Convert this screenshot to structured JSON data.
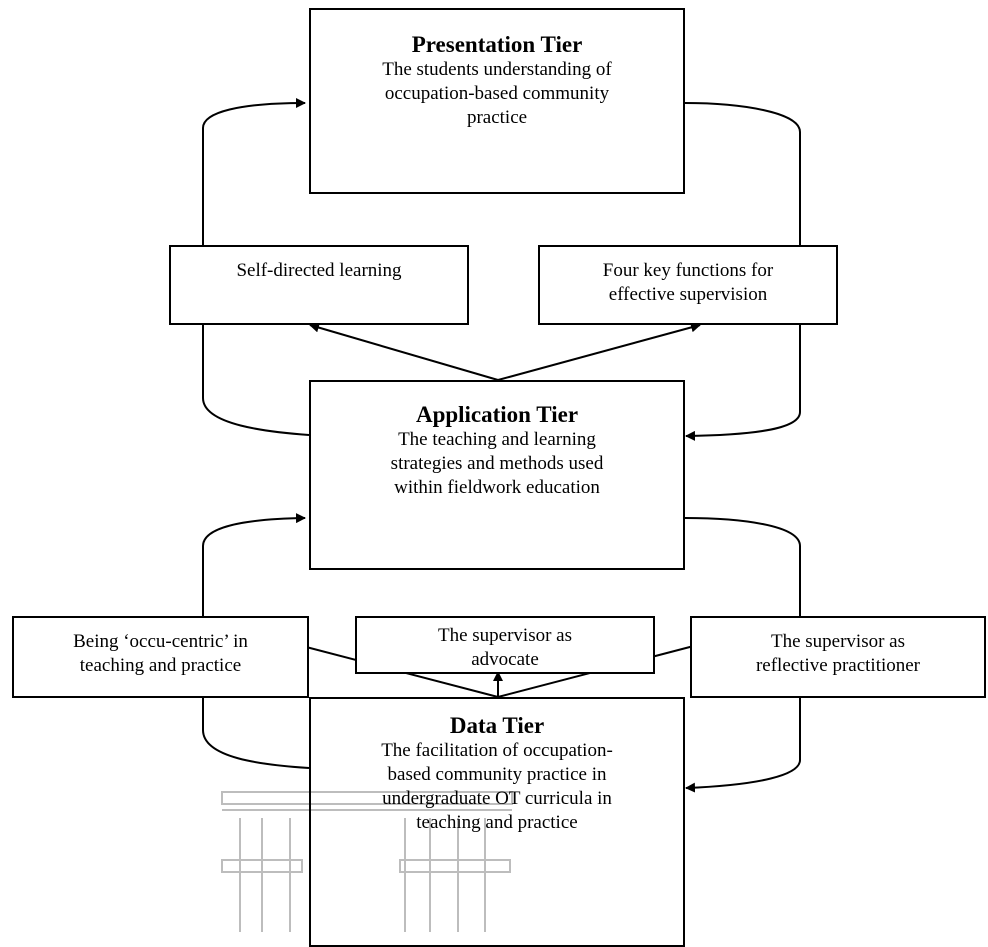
{
  "diagram": {
    "presentation": {
      "title": "Presentation Tier",
      "line1": "The students understanding of",
      "line2": "occupation-based community",
      "line3": "practice"
    },
    "self_directed": {
      "line1": "Self-directed learning"
    },
    "four_functions": {
      "line1": "Four key functions for",
      "line2": "effective supervision"
    },
    "application": {
      "title": "Application Tier",
      "line1": "The teaching and learning",
      "line2": "strategies and methods used",
      "line3": "within fieldwork education"
    },
    "occu_centric": {
      "line1": "Being ‘occu-centric’ in",
      "line2": "teaching and practice"
    },
    "advocate": {
      "line1": "The supervisor as",
      "line2": "advocate"
    },
    "reflective": {
      "line1": "The supervisor as",
      "line2": "reflective practitioner"
    },
    "data": {
      "title": "Data Tier",
      "line1": "The facilitation of occupation-",
      "line2": "based community practice in",
      "line3": "undergraduate OT curricula in",
      "line4": "teaching and practice"
    }
  },
  "colors": {
    "line": "#000000",
    "watermark": "#b8b8b8"
  }
}
